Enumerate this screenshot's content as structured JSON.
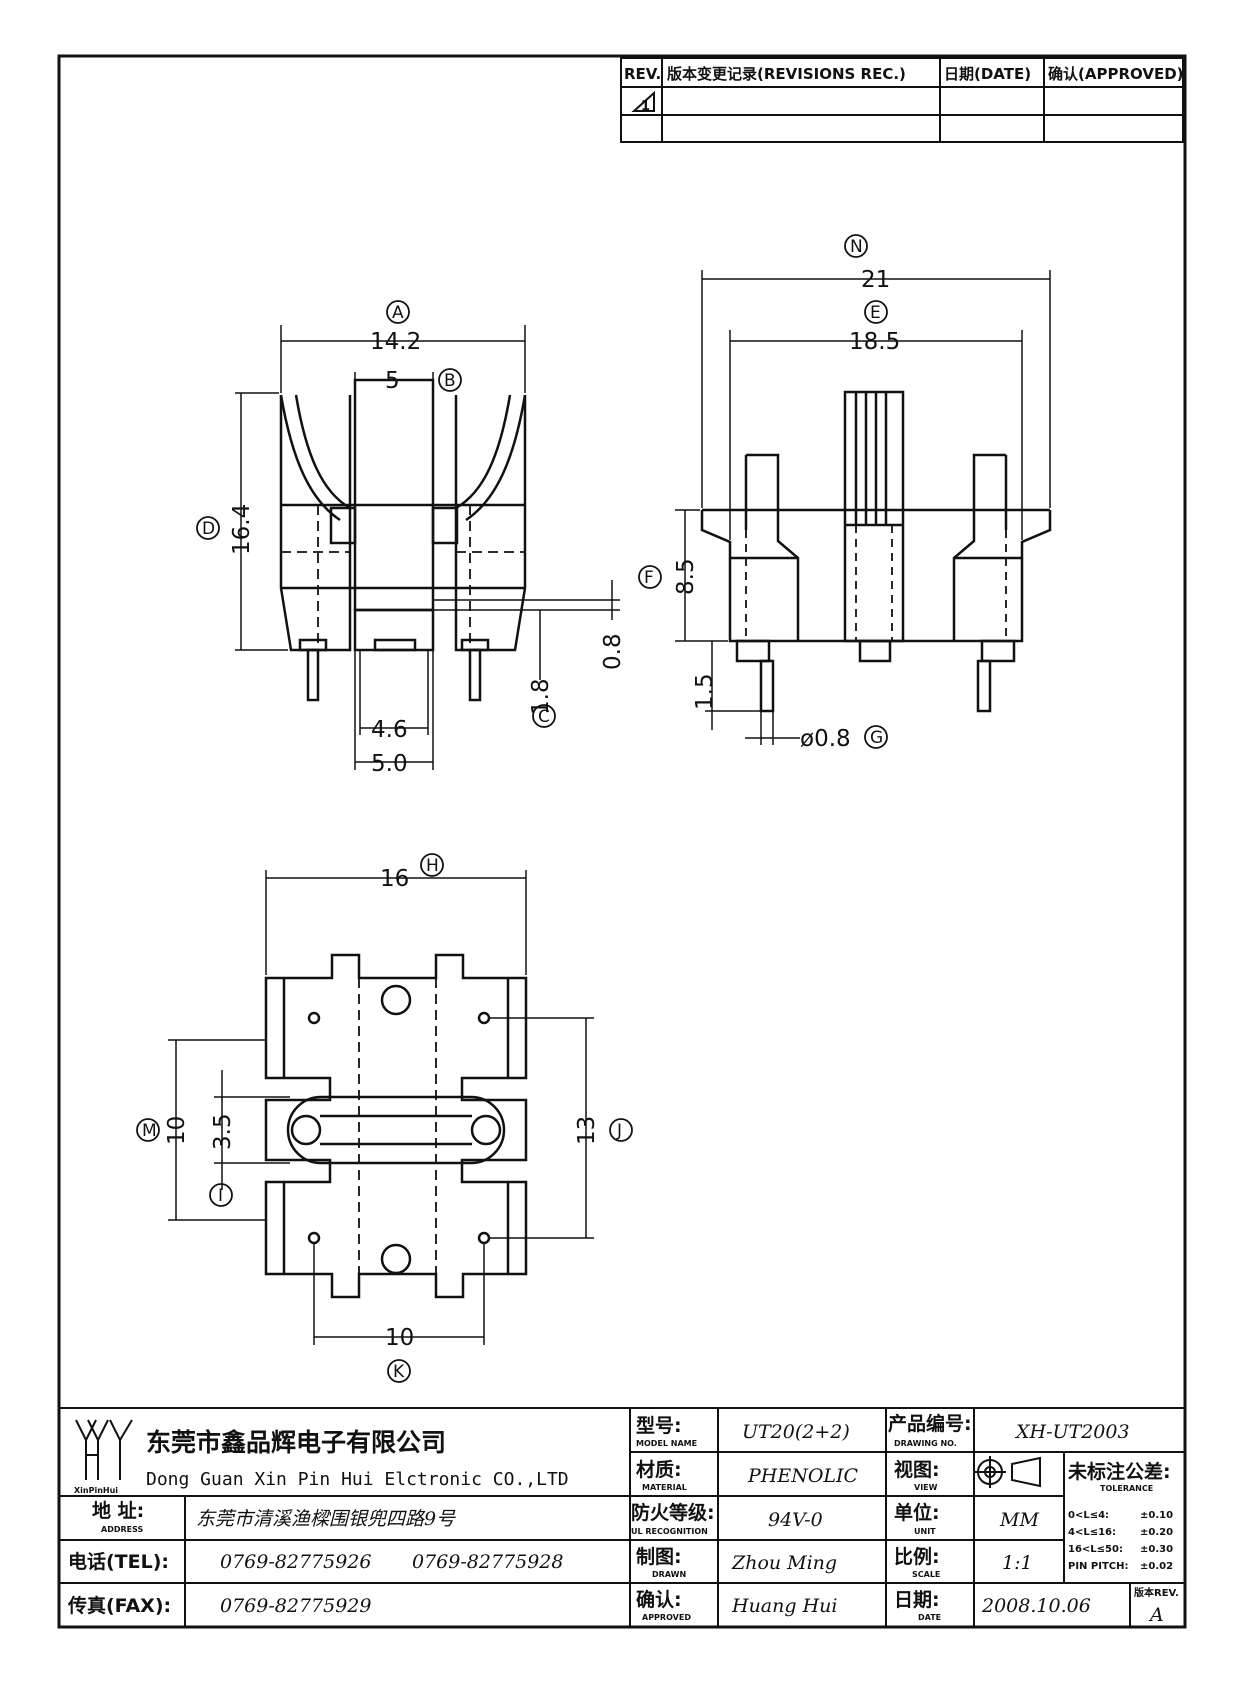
{
  "revision_block": {
    "headers": [
      "REV.",
      "版本变更记录(REVISIONS REC.)",
      "日期(DATE)",
      "确认(APPROVED)"
    ],
    "rows": [
      [
        "1",
        "",
        "",
        ""
      ],
      [
        "",
        "",
        "",
        ""
      ]
    ]
  },
  "dimensions": {
    "N_top_width": "21",
    "E_inner_width": "18.5",
    "A_width": "14.2",
    "B_width": "5",
    "D_height": "16.4",
    "C_pin_offset": "1.8",
    "tab_offset": "0.8",
    "bottom_width_inner": "4.6",
    "bottom_width_outer": "5.0",
    "F_height": "8.5",
    "pin_length": "1.5",
    "G_pin_dia": "ø0.8",
    "H_width": "16",
    "M_height": "10",
    "I_height": "3.5",
    "J_height": "13",
    "K_width": "10"
  },
  "callouts": [
    "A",
    "B",
    "C",
    "D",
    "E",
    "F",
    "G",
    "H",
    "I",
    "J",
    "K",
    "M",
    "N"
  ],
  "title_block": {
    "company_cn": "东莞市鑫品辉电子有限公司",
    "company_en": "Dong Guan Xin Pin Hui Elctronic CO.,LTD",
    "logo_text": "XinPinHui",
    "address_label": "地  址:",
    "address_sub": "ADDRESS",
    "address": "东莞市清溪渔樑围银兜四路9号",
    "tel_label": "电话(TEL):",
    "tel1": "0769-82775926",
    "tel2": "0769-82775928",
    "fax_label": "传真(FAX):",
    "fax": "0769-82775929",
    "model_label": "型号:",
    "model_sub": "MODEL NAME",
    "model": "UT20(2+2)",
    "material_label": "材质:",
    "material_sub": "MATERIAL",
    "material": "PHENOLIC",
    "ul_label": "防火等级:",
    "ul_sub": "UL RECOGNITION",
    "ul": "94V-0",
    "drawn_label": "制图:",
    "drawn_sub": "DRAWN",
    "drawn": "Zhou Ming",
    "approved_label": "确认:",
    "approved_sub": "APPROVED",
    "approved": "Huang Hui",
    "drawing_no_label": "产品编号:",
    "drawing_no_sub": "DRAWING NO.",
    "drawing_no": "XH-UT2003",
    "view_label": "视图:",
    "view_sub": "VIEW",
    "unit_label": "单位:",
    "unit_sub": "UNIT",
    "unit": "MM",
    "scale_label": "比例:",
    "scale_sub": "SCALE",
    "scale": "1:1",
    "date_label": "日期:",
    "date_sub": "DATE",
    "date": "2008.10.06",
    "tolerance_label": "未标注公差:",
    "tolerance_sub": "TOLERANCE",
    "tolerances": [
      {
        "range": "0<L≤4:",
        "value": "±0.10"
      },
      {
        "range": "4<L≤16:",
        "value": "±0.20"
      },
      {
        "range": "16<L≤50:",
        "value": "±0.30"
      },
      {
        "range": "PIN PITCH:",
        "value": "±0.02"
      }
    ],
    "rev_label": "版本REV.",
    "rev": "A"
  }
}
